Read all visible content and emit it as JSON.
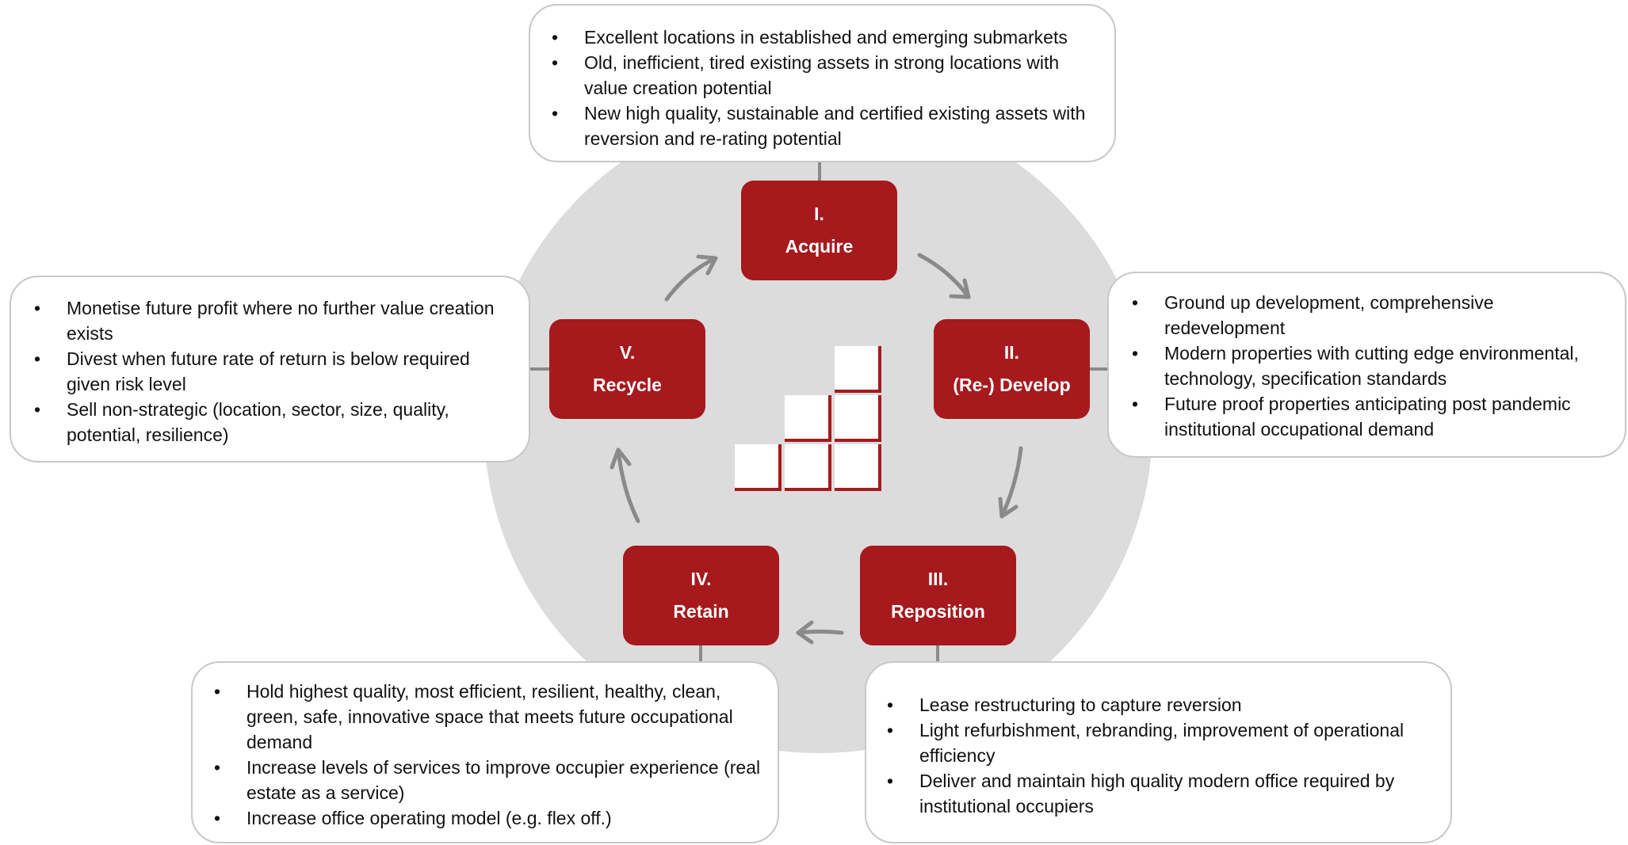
{
  "colors": {
    "stage_fill": "#a6191c",
    "circle_fill": "#dcdcdc",
    "arrow": "#8a8a8a",
    "card_border": "#c8c8c8"
  },
  "stages": {
    "acquire": {
      "numeral": "I.",
      "label": "Acquire"
    },
    "develop": {
      "numeral": "II.",
      "label": "(Re-) Develop"
    },
    "reposition": {
      "numeral": "III.",
      "label": "Reposition"
    },
    "retain": {
      "numeral": "IV.",
      "label": "Retain"
    },
    "recycle": {
      "numeral": "V.",
      "label": "Recycle"
    }
  },
  "bullet_char": "•",
  "cards": {
    "acquire": [
      "Excellent locations in established and emerging submarkets",
      "Old, inefficient, tired existing assets in strong locations with value creation potential",
      "New high quality, sustainable and certified existing assets with reversion and re-rating potential"
    ],
    "develop": [
      "Ground up development, comprehensive redevelopment",
      "Modern properties with cutting edge environmental, technology, specification standards",
      "Future proof properties anticipating post pandemic institutional occupational demand"
    ],
    "reposition": [
      "Lease restructuring to capture reversion",
      "Light refurbishment, rebranding, improvement of operational efficiency",
      "Deliver and maintain high quality modern office required by institutional occupiers"
    ],
    "retain": [
      "Hold highest quality, most efficient, resilient, healthy, clean, green, safe, innovative space that meets future occupational demand",
      "Increase levels of services to improve occupier experience (real estate as a service)",
      "Increase office operating model (e.g. flex off.)"
    ],
    "recycle": [
      "Monetise future profit where no further value creation exists",
      "Divest when future rate of return is below required given risk level",
      "Sell non-strategic (location, sector, size, quality, potential, resilience)"
    ]
  },
  "center_icon": "stacked-blocks-logo-icon"
}
